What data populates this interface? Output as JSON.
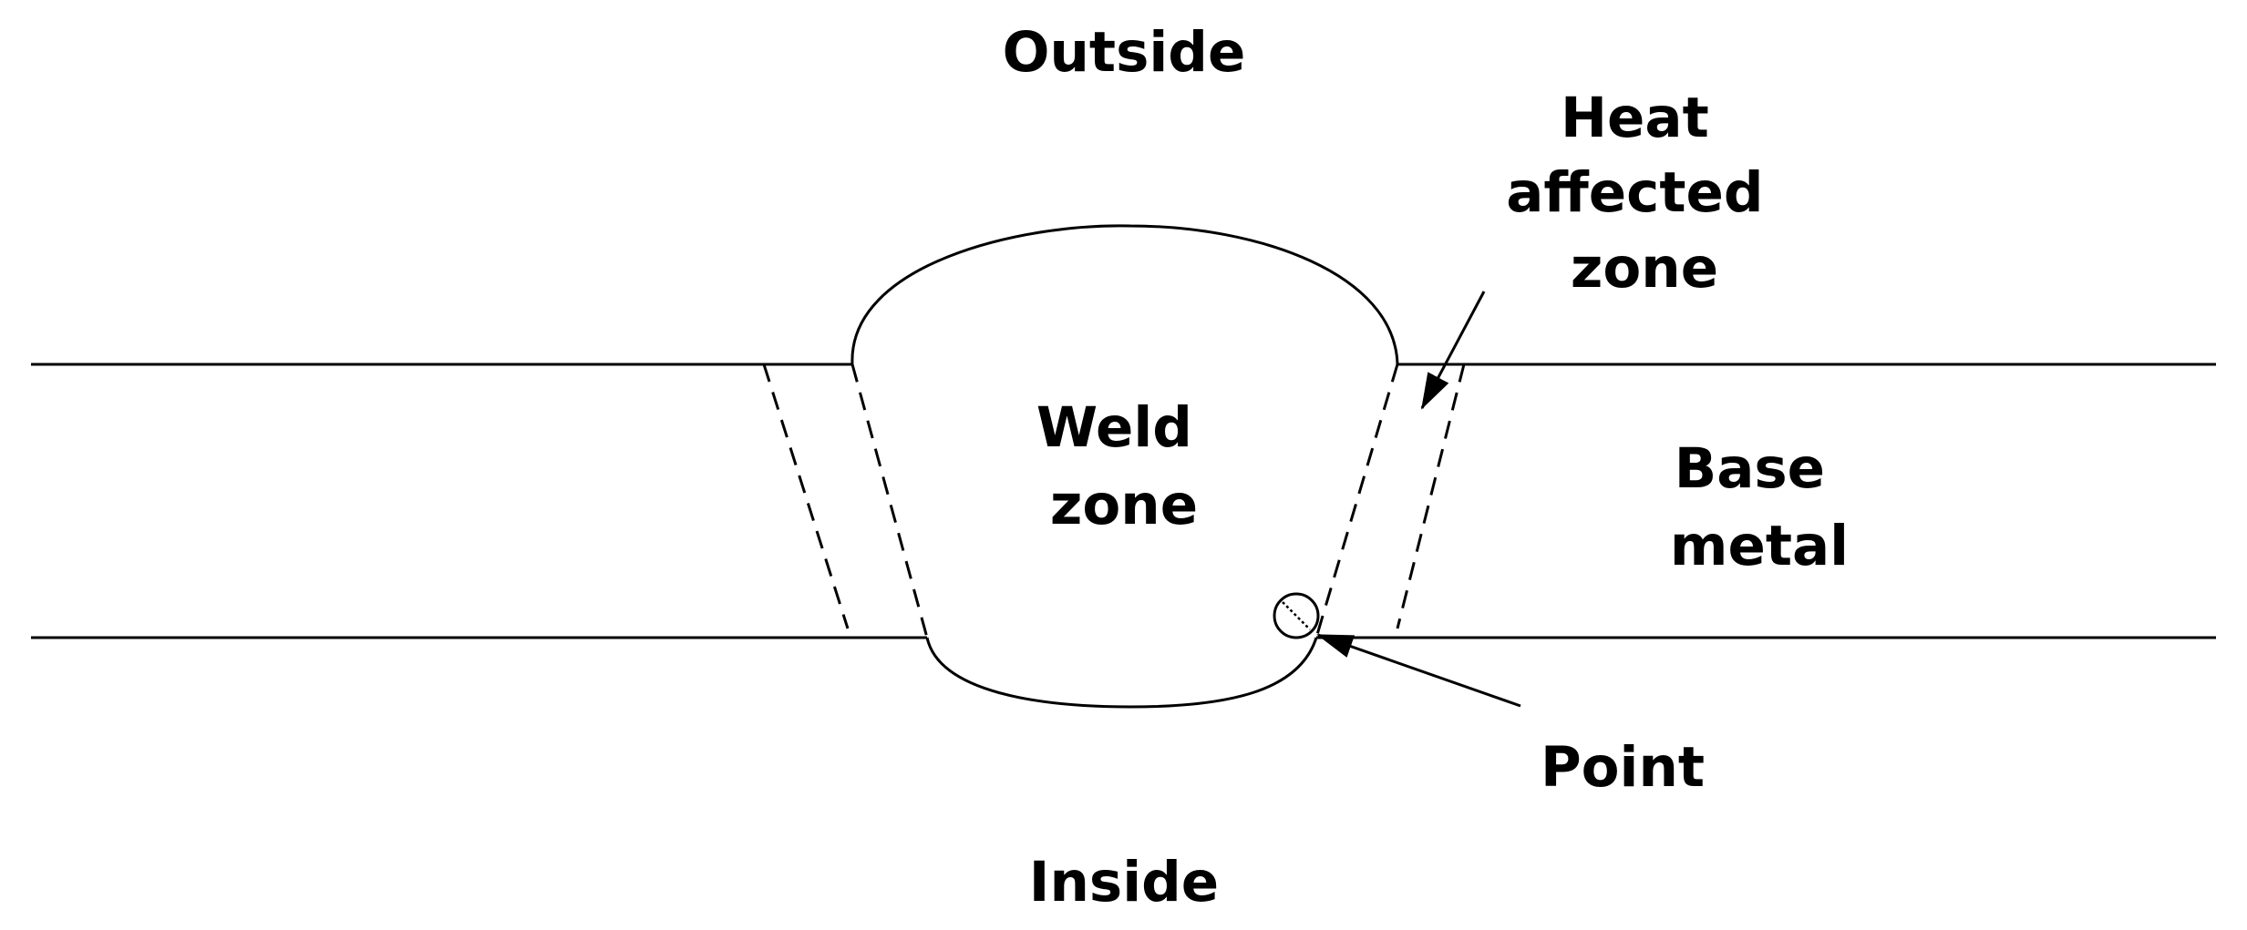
{
  "labels": {
    "outside": "Outside",
    "inside": "Inside",
    "weld_zone": [
      "Weld",
      "zone"
    ],
    "base_metal": [
      "Base",
      "metal"
    ],
    "heat_affected_zone": [
      "Heat",
      "affected",
      "zone"
    ],
    "point": "Point"
  },
  "colors": {
    "stroke": "#000000",
    "background": "#ffffff"
  }
}
